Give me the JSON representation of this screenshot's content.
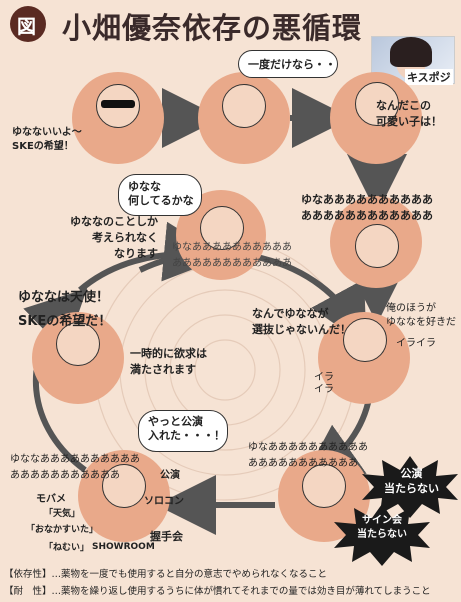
{
  "title": "小畑優奈依存の悪循環",
  "badge": "図",
  "photo_caption": "キスポジ",
  "panels": {
    "p1_text": "ゆなないいよ〜\nSKEの希望！",
    "p2_bubble": "一度だけなら・・",
    "p3_text": "なんだこの\n可愛い子は！",
    "p4_text": "ゆなああああああああああ\nああああああああああああ",
    "p5_bubble": "ゆなな\n何してるかな",
    "p5_text": "ゆななのことしか\n考えられなく\nなります",
    "p5_murmur": "ゆなああああああああああ\nああああああああああああ",
    "p6_text": "なんでゆななが\n選抜じゃないんだ！",
    "p6_side": "俺のほうが\nゆななを好きだ",
    "irairira_top": "イライラ",
    "irairira_bottom": "イラ\nイラ",
    "p7_text": "ゆななは天使！\nSKEの希望だ！",
    "center_text": "一時的に欲求は\n満たされます",
    "p8_bubble": "やっと公演\n入れた・・・！",
    "p8_murmur": "ゆななああああああああああ\nあああああああああああ",
    "items": [
      "公演",
      "ソロコン",
      "握手会",
      "SHOWROOM",
      "モバメ",
      "「天気」",
      "「おなかすいた」",
      "「ねむい」"
    ],
    "p9_murmur": "ゆなああああああああああ\nあああああああああああ",
    "burst1": "公演\n当たらない",
    "burst2": "サイン会\n当たらない"
  },
  "footer": {
    "line1": "【依存性】…薬物を一度でも使用すると自分の意志でやめられなくなること",
    "line2": "【耐　性】…薬物を繰り返し使用するうちに体が慣れてそれまでの量では効き目が薄れてしまうこと"
  },
  "colors": {
    "background": "#f6e3d4",
    "circle": "#e9a98a",
    "badge": "#5a2a22",
    "burst": "#1a1a1a",
    "arrow": "#555555"
  }
}
